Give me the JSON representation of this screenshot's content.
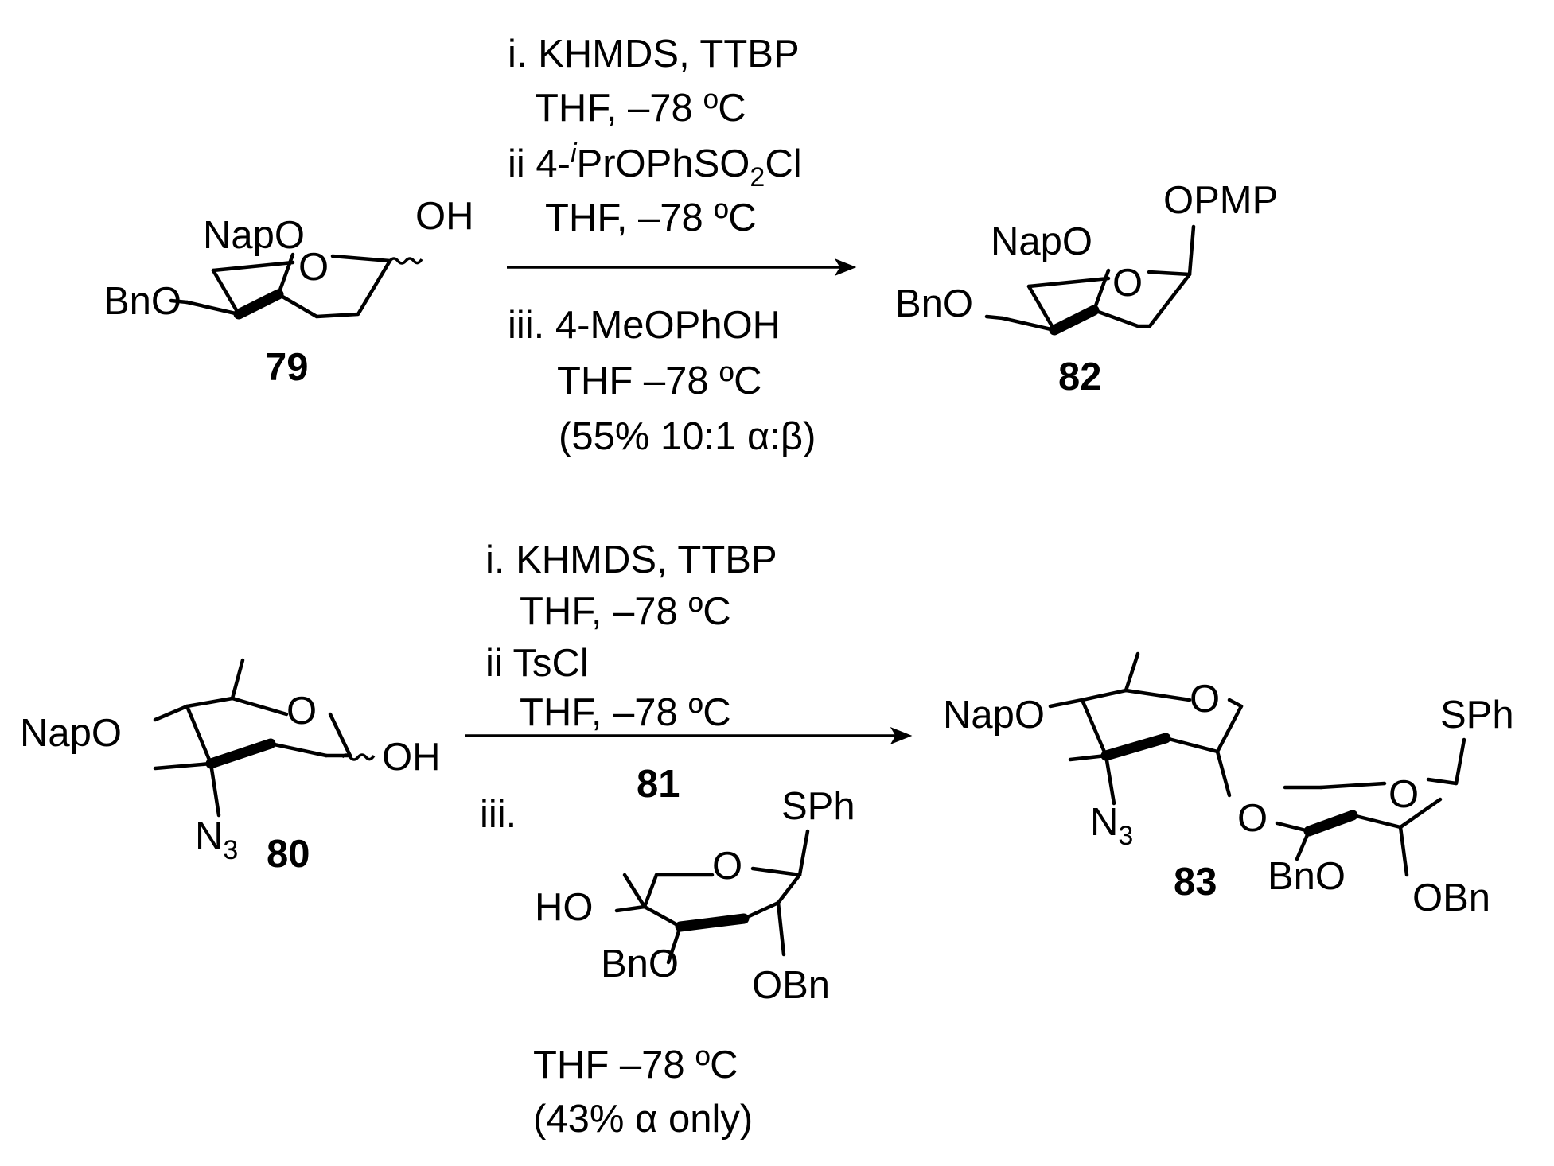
{
  "reaction1": {
    "reactant": {
      "number": "79",
      "labels": {
        "napo": "NapO",
        "bno": "BnO",
        "o": "O",
        "oh": "OH"
      }
    },
    "product": {
      "number": "82",
      "labels": {
        "napo": "NapO",
        "bno": "BnO",
        "o": "O",
        "opmp": "OPMP"
      }
    },
    "conditions": {
      "step1": "i. KHMDS, TTBP",
      "step1_solvent": "THF, –78 ºC",
      "step2_prefix": "ii 4-",
      "step2_sup": "i",
      "step2_mid": "PrOPhSO",
      "step2_sub": "2",
      "step2_suffix": "Cl",
      "step2_solvent": "THF, –78 ºC",
      "step3": "iii. 4-MeOPhOH",
      "step3_solvent": "THF –78 ºC",
      "yield": "(55% 10:1 α:β)"
    }
  },
  "reaction2": {
    "reactant": {
      "number": "80",
      "labels": {
        "napo": "NapO",
        "o": "O",
        "oh": "OH",
        "n": "N",
        "n_sub": "3"
      }
    },
    "acceptor": {
      "number": "81",
      "labels": {
        "ho": "HO",
        "bno": "BnO",
        "obn": "OBn",
        "o": "O",
        "sph": "SPh"
      }
    },
    "product": {
      "number": "83",
      "labels": {
        "napo": "NapO",
        "o_ring1": "O",
        "o_link": "O",
        "o_ring2": "O",
        "n": "N",
        "n_sub": "3",
        "bno": "BnO",
        "obn": "OBn",
        "sph": "SPh"
      }
    },
    "conditions": {
      "step1": "i. KHMDS, TTBP",
      "step1_solvent": "THF, –78 ºC",
      "step2": "ii TsCl",
      "step2_solvent": "THF, –78 ºC",
      "step3": "iii.",
      "step3_solvent": "THF –78 ºC",
      "yield": "(43% α only)"
    }
  }
}
